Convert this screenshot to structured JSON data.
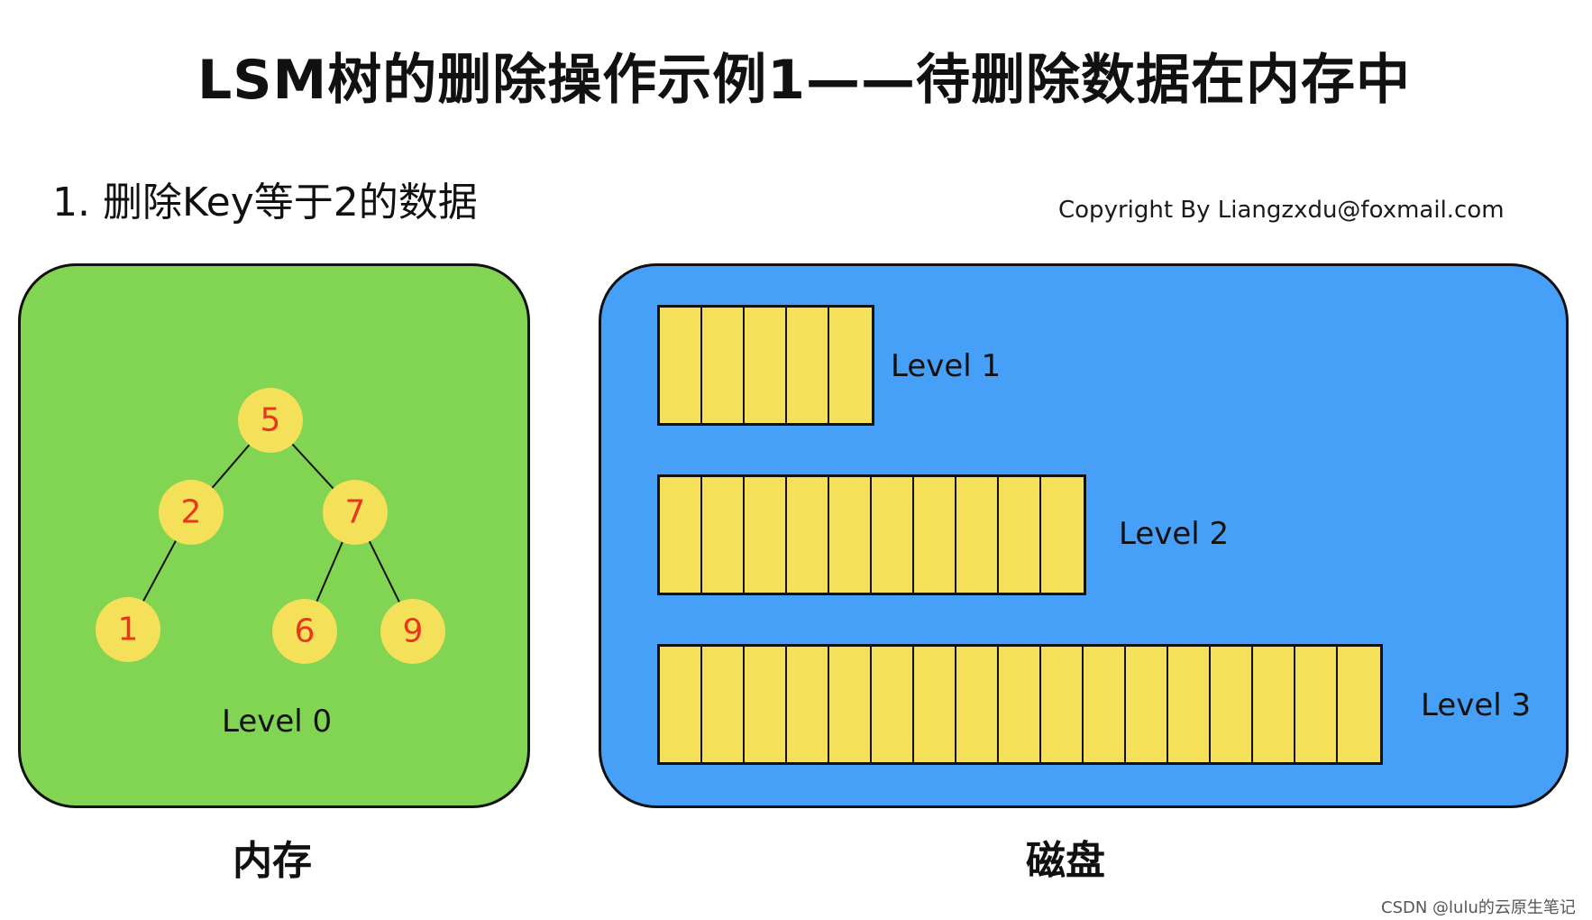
{
  "title": "LSM树的删除操作示例1——待删除数据在内存中",
  "step": "1. 删除Key等于2的数据",
  "copyright": "Copyright By Liangzxdu@foxmail.com",
  "memory": {
    "caption": "内存",
    "level_label": "Level 0",
    "tree_nodes": [
      "5",
      "2",
      "7",
      "1",
      "6",
      "9"
    ]
  },
  "disk": {
    "caption": "磁盘",
    "levels": [
      {
        "label": "Level 1",
        "blocks": 5
      },
      {
        "label": "Level 2",
        "blocks": 10
      },
      {
        "label": "Level 3",
        "blocks": 17
      }
    ]
  },
  "watermark": "CSDN @lulu的云原生笔记",
  "colors": {
    "memory": "#82d552",
    "disk": "#47a0f8",
    "node": "#f5e05a",
    "node_text": "#e8361f",
    "block": "#f5e05a"
  }
}
